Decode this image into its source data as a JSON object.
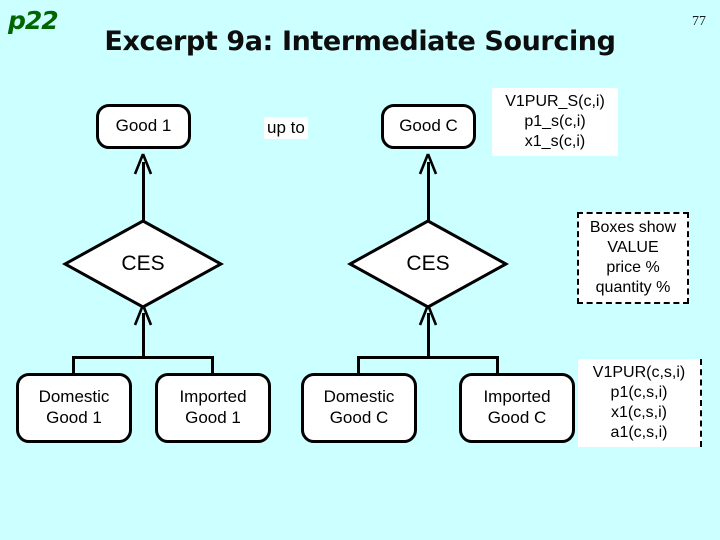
{
  "slide": {
    "page_marker": "p22",
    "page_number": "77",
    "title": "Excerpt 9a: Intermediate Sourcing",
    "background_color": "#ccffff",
    "marker_color": "#006600",
    "node_fill": "#ffffff",
    "node_stroke": "#000000"
  },
  "diagram": {
    "top_nodes": [
      {
        "id": "good-1",
        "label": "Good 1"
      },
      {
        "id": "good-c",
        "label": "Good C"
      }
    ],
    "between_label": "up to",
    "nests": [
      {
        "id": "ces-left",
        "label": "CES"
      },
      {
        "id": "ces-right",
        "label": "CES"
      }
    ],
    "leaf_nodes": [
      {
        "id": "domestic-good-1",
        "line1": "Domestic",
        "line2": "Good 1"
      },
      {
        "id": "imported-good-1",
        "line1": "Imported",
        "line2": "Good 1"
      },
      {
        "id": "domestic-good-c",
        "line1": "Domestic",
        "line2": "Good C"
      },
      {
        "id": "imported-good-c",
        "line1": "Imported",
        "line2": "Good C"
      }
    ]
  },
  "annotations": {
    "top_right": {
      "lines": [
        "V1PUR_S(c,i)",
        "p1_s(c,i)",
        "x1_s(c,i)"
      ]
    },
    "legend": {
      "lines": [
        "Boxes show",
        "VALUE",
        "price %",
        "quantity %"
      ]
    },
    "bottom_right": {
      "lines": [
        "V1PUR(c,s,i)",
        "p1(c,s,i)",
        "x1(c,s,i)",
        "a1(c,s,i)"
      ]
    }
  }
}
